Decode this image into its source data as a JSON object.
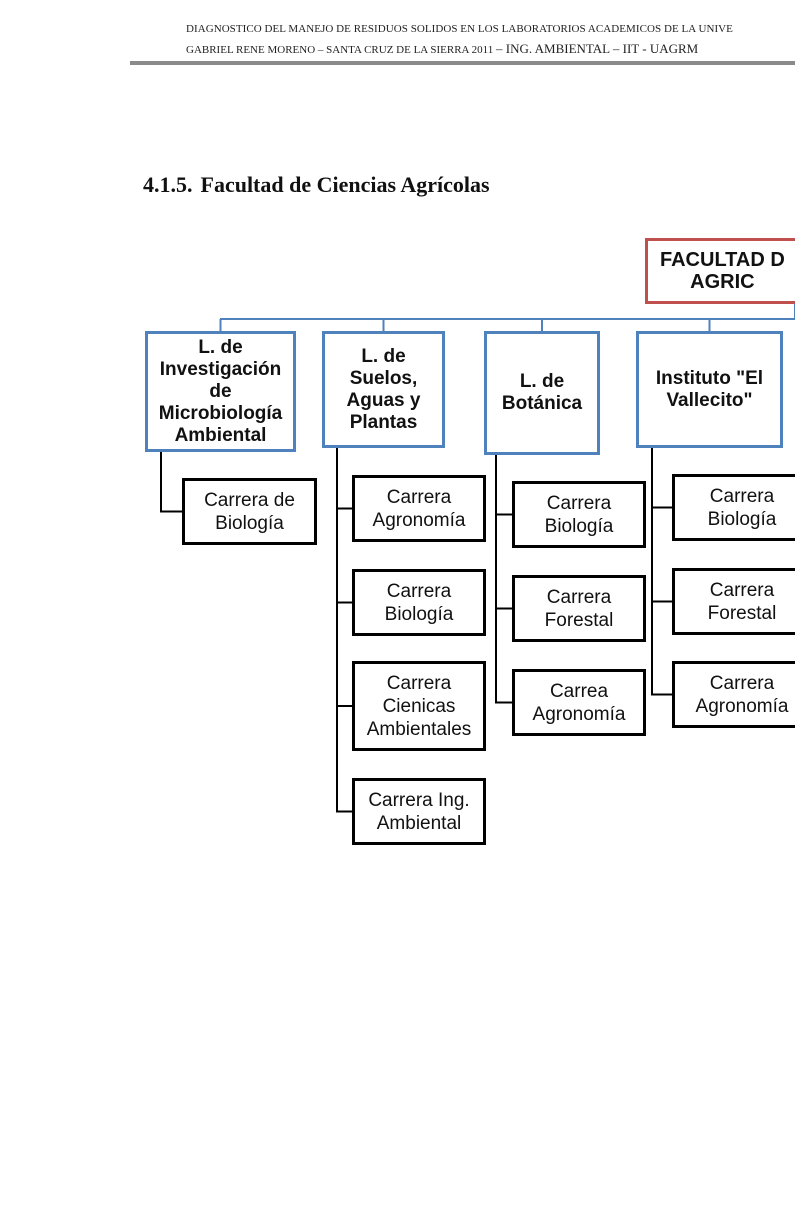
{
  "header": {
    "line1": "DIAGNOSTICO DEL MANEJO DE RESIDUOS SOLIDOS EN LOS LABORATORIOS ACADEMICOS DE LA UNIVE",
    "line2_serif": "GABRIEL RENE MORENO – SANTA CRUZ DE LA SIERRA 2011 ",
    "line2_big": "– ING. AMBIENTAL – IIT -  UAGRM"
  },
  "section": {
    "number": "4.1.5.",
    "title": "Facultad de Ciencias Agrícolas"
  },
  "colors": {
    "root_border": "#c0504d",
    "lab_border": "#4f81bd",
    "career_border": "#000000",
    "rule": "#8a8a8a"
  },
  "orgchart": {
    "root": {
      "label": "FACULTAD D\nAGRIC"
    },
    "labs": [
      {
        "label": "L. de\nInvestigación\nde\nMicrobiología\nAmbiental",
        "careers": [
          "Carrera de\nBiología"
        ]
      },
      {
        "label": "L. de\nSuelos,\nAguas y\nPlantas",
        "careers": [
          "Carrera\nAgronomía",
          "Carrera\nBiología",
          "Carrera\nCienicas\nAmbientales",
          "Carrera Ing.\nAmbiental"
        ]
      },
      {
        "label": "L. de\nBotánica",
        "careers": [
          "Carrera\nBiología",
          "Carrera\nForestal",
          "Carrea\nAgronomía"
        ]
      },
      {
        "label": "Instituto \"El\nVallecito\"",
        "careers": [
          "Carrera\nBiología",
          "Carrera\nForestal",
          "Carrera\nAgronomía"
        ]
      }
    ]
  }
}
